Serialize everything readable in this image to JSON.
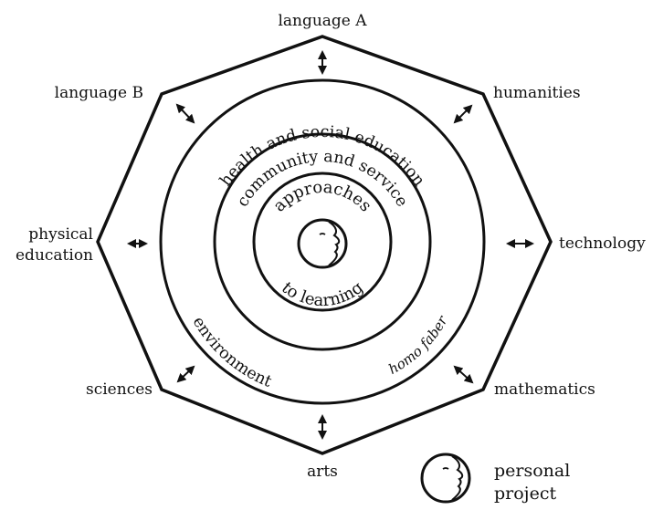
{
  "subjects": {
    "top": "language A",
    "top_left": "language B",
    "top_right": "humanities",
    "left_line1": "physical",
    "left_line2": "education",
    "right": "technology",
    "bottom_left": "sciences",
    "bottom_right": "mathematics",
    "bottom": "arts"
  },
  "rings": {
    "outer_top": "health and social education",
    "outer_bottom_left": "environment",
    "outer_bottom_right": "homo faber",
    "middle_top": "community and service",
    "inner_top": "approaches",
    "inner_bottom": "to learning"
  },
  "legend": {
    "line1": "personal",
    "line2": "project"
  },
  "colors": {
    "stroke": "#111111",
    "background": "#ffffff"
  }
}
